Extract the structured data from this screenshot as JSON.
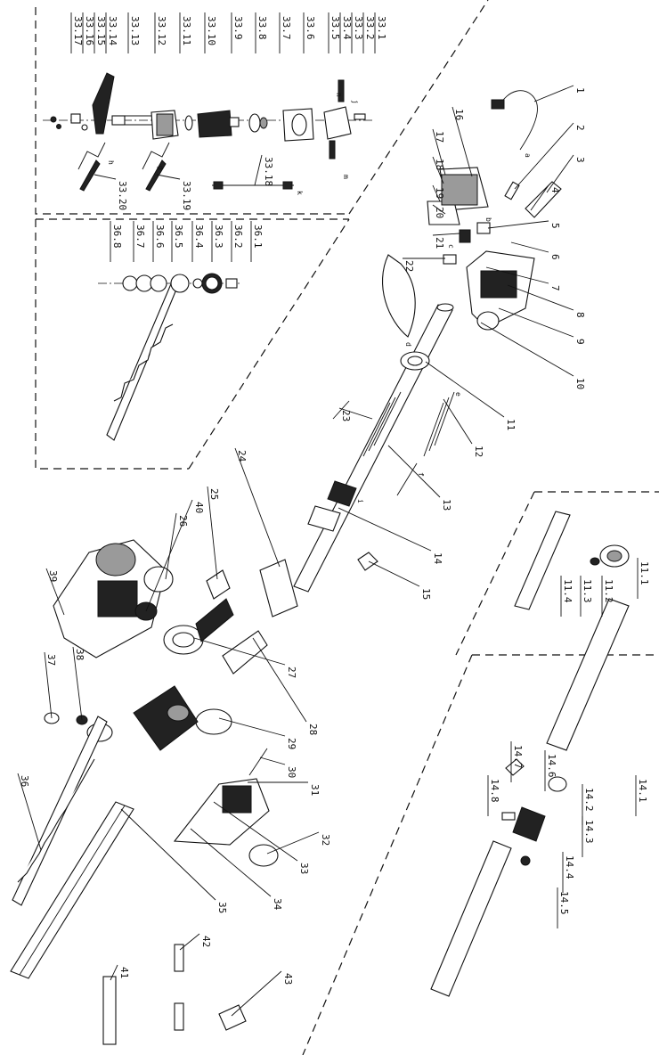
{
  "callouts": [
    "1",
    "2",
    "3",
    "4",
    "5",
    "6",
    "7",
    "8",
    "9",
    "10",
    "11",
    "12",
    "13",
    "14",
    "15",
    "16",
    "17",
    "18",
    "19",
    "20",
    "21",
    "22",
    "23",
    "24",
    "25",
    "26",
    "27",
    "28",
    "29",
    "30",
    "31",
    "32",
    "33",
    "34",
    "35",
    "36",
    "37",
    "38",
    "39",
    "40",
    "41",
    "42",
    "43"
  ],
  "callouts_33": [
    "33.1",
    "33.2",
    "33.3",
    "33.4",
    "33.5",
    "33.6",
    "33.7",
    "33.8",
    "33.9",
    "33.10",
    "33.11",
    "33.12",
    "33.13",
    "33.14",
    "33.15",
    "33.16",
    "33.17",
    "33.18",
    "33.19",
    "33.20"
  ],
  "callouts_36": [
    "36.1",
    "36.2",
    "36.3",
    "36.4",
    "36.5",
    "36.6",
    "36.7",
    "36.8"
  ],
  "callouts_14": [
    "14.1",
    "14.2",
    "14.3",
    "14.4",
    "14.5",
    "14.6",
    "14.7",
    "14.8"
  ],
  "callouts_11": [
    "11.1",
    "11.2",
    "11.3",
    "11.4"
  ],
  "wire_letters": [
    "a",
    "b",
    "c",
    "d",
    "e",
    "f",
    "g",
    "h",
    "i",
    "j",
    "k",
    "m",
    "n"
  ]
}
